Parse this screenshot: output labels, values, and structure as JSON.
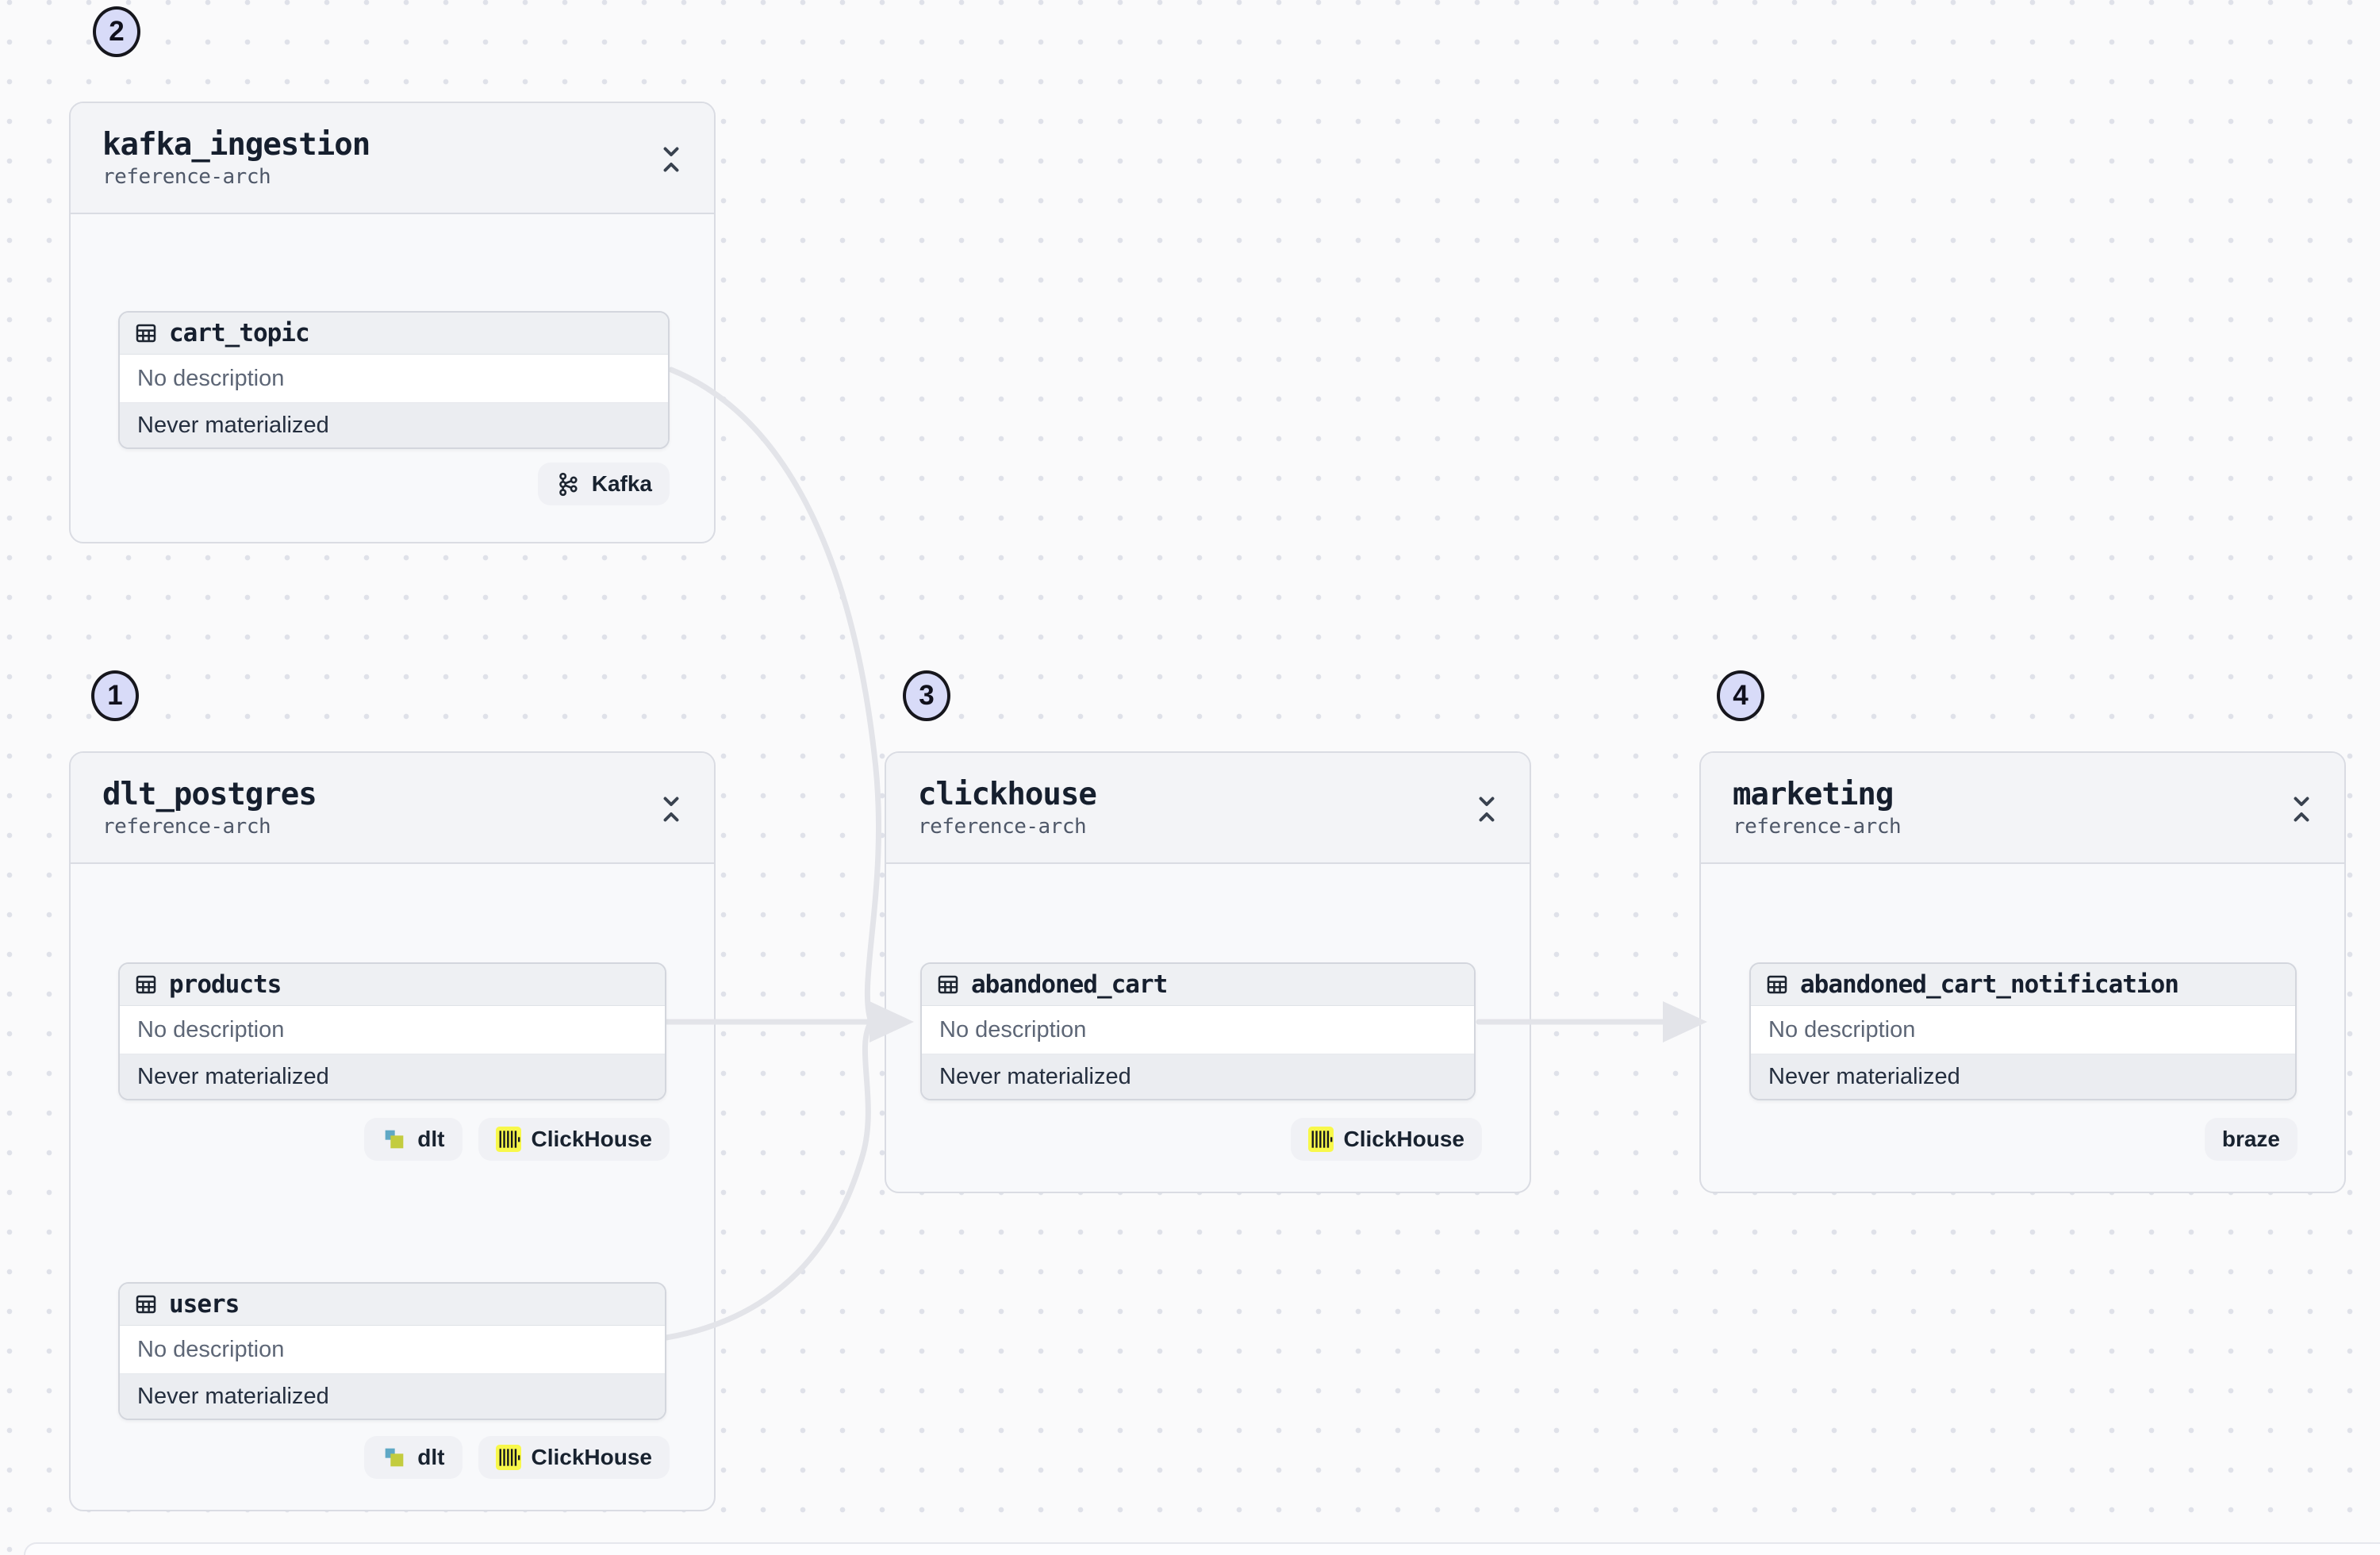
{
  "colors": {
    "edge": "#e3e4e9",
    "marker-bg": "#d8dbf8",
    "clickhouse-yellow": "#f8f84a",
    "dlt-blue": "#5fa8c5",
    "dlt-olive": "#c3cc3e"
  },
  "markers": [
    {
      "label": "1"
    },
    {
      "label": "2"
    },
    {
      "label": "3"
    },
    {
      "label": "4"
    }
  ],
  "groups": [
    {
      "title": "dlt_postgres",
      "subtitle": "reference-arch"
    },
    {
      "title": "kafka_ingestion",
      "subtitle": "reference-arch"
    },
    {
      "title": "clickhouse",
      "subtitle": "reference-arch"
    },
    {
      "title": "marketing",
      "subtitle": "reference-arch"
    }
  ],
  "assets": [
    {
      "name": "cart_topic",
      "description": "No description",
      "status": "Never materialized"
    },
    {
      "name": "products",
      "description": "No description",
      "status": "Never materialized"
    },
    {
      "name": "users",
      "description": "No description",
      "status": "Never materialized"
    },
    {
      "name": "abandoned_cart",
      "description": "No description",
      "status": "Never materialized"
    },
    {
      "name": "abandoned_cart_notification",
      "description": "No description",
      "status": "Never materialized"
    }
  ],
  "badges": {
    "kafka": {
      "label": "Kafka"
    },
    "dlt": {
      "label": "dlt"
    },
    "clickhouse": {
      "label": "ClickHouse"
    },
    "braze": {
      "label": "braze"
    }
  }
}
